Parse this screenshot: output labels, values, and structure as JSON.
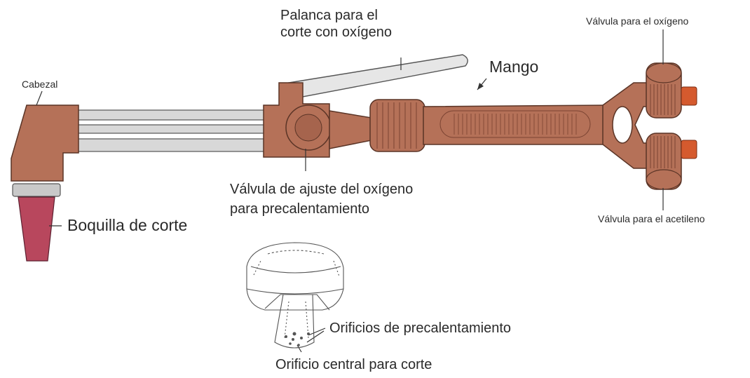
{
  "labels": {
    "cabezal": "Cabezal",
    "boquilla": "Boquilla de corte",
    "palanca": [
      "Palanca para el",
      "corte con oxígeno"
    ],
    "mango": "Mango",
    "valvula_oxigeno": "Válvula para el oxígeno",
    "valvula_acetileno": "Válvula para el acetileno",
    "valvula_ajuste": [
      "Válvula de ajuste del oxígeno",
      "para precalentamiento"
    ],
    "orificios_precalentamiento": "Orificios de precalentamiento",
    "orificio_central": "Orificio central para corte"
  },
  "colors": {
    "body": "#b57158",
    "body_dark": "#8a4d39",
    "tube": "#d8d8d8",
    "nozzle": "#b8475d",
    "lever": "#e6e6e6",
    "connector": "#d55a2e"
  }
}
